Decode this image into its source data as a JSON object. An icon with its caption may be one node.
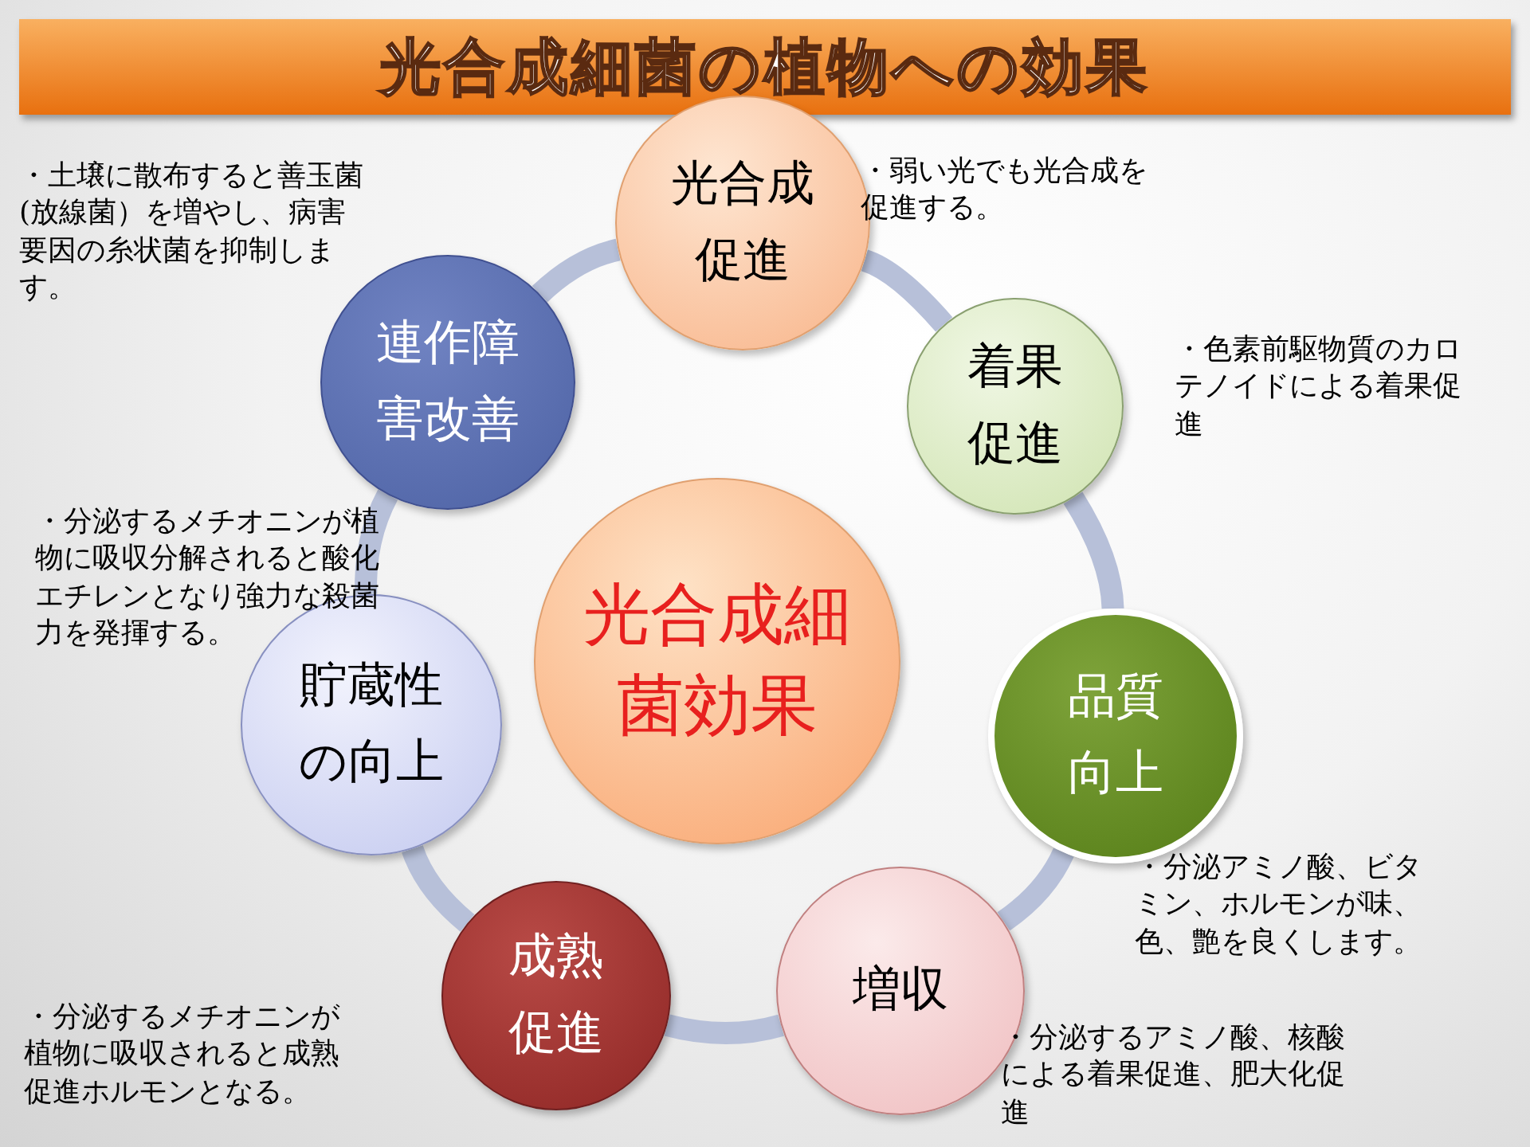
{
  "diagram": {
    "title": "光合成細菌の植物への効果",
    "nodes": [
      {
        "text": [
          "光合成細菌効果"
        ]
      },
      {
        "text": [
          "光合成促進"
        ],
        "beside": [
          "・弱い光でも光合成を促進する。"
        ]
      },
      {
        "text": [
          "着果促進"
        ],
        "beside": [
          "・色素前駆物質のカロテノイドによる着果促進"
        ]
      },
      {
        "text": [
          "品質向上"
        ],
        "beside": [
          "・分泌アミノ酸、ビタミン、ホルモンが味、色、艶を良くします。"
        ]
      },
      {
        "text": [
          "増収"
        ],
        "beside": [
          "・分泌するアミノ酸、核酸による着果促進、肥大化促進"
        ]
      },
      {
        "text": [
          "成熟促進"
        ],
        "beside": [
          "・分泌するメチオニンが植物に吸収されると成熟促進ホルモンとなる。"
        ]
      },
      {
        "text": [
          "貯蔵性の向上"
        ],
        "beside": [
          "・分泌するメチオニンが植物に吸収分解されると酸化エチレンとなり強力な殺菌力を発揮する。"
        ]
      },
      {
        "text": [
          "連作障害改善"
        ],
        "beside": [
          "・土壌に散布すると善玉菌(放線菌）を増やし、病害要因の糸状菌を抑制します。"
        ]
      }
    ],
    "edges": [
      {
        "from": 1,
        "to": 2,
        "arrow": "none"
      },
      {
        "from": 2,
        "to": 3,
        "arrow": "none"
      },
      {
        "from": 3,
        "to": 4,
        "arrow": "none"
      },
      {
        "from": 4,
        "to": 5,
        "arrow": "none"
      },
      {
        "from": 5,
        "to": 6,
        "arrow": "none"
      },
      {
        "from": 6,
        "to": 7,
        "arrow": "none"
      },
      {
        "from": 7,
        "to": 1,
        "arrow": "none"
      }
    ]
  }
}
